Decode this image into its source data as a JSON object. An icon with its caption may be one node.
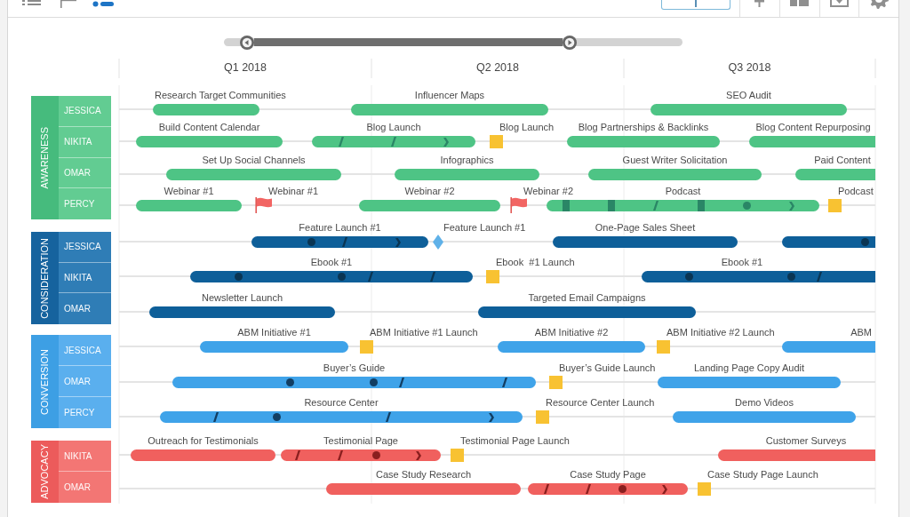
{
  "diagram": {
    "nodes": [
      {
        "text": [
          "AWARENESS"
        ]
      },
      {
        "text": [
          "JESSICA"
        ],
        "in": 0
      },
      {
        "text": [
          "NIKITA"
        ],
        "in": 0
      },
      {
        "text": [
          "OMAR"
        ],
        "in": 0
      },
      {
        "text": [
          "PERCY"
        ],
        "in": 0
      },
      {
        "text": [
          "Research Target Communities"
        ]
      },
      {
        "text": [
          "Influencer Maps"
        ]
      },
      {
        "text": [
          "SEO Audit"
        ]
      },
      {
        "text": [
          "Build Content Calendar"
        ]
      },
      {
        "text": [
          "Blog Launch"
        ]
      },
      {
        "text": [
          "Blog Launch"
        ]
      },
      {
        "text": [
          "Blog Partnerships & Backlinks"
        ]
      },
      {
        "text": [
          "Blog Content Repurposing"
        ]
      },
      {
        "text": [
          "Set Up Social Channels"
        ]
      },
      {
        "text": [
          "Infographics"
        ]
      },
      {
        "text": [
          "Guest Writer Solicitation"
        ]
      },
      {
        "text": [
          "Paid Content"
        ]
      },
      {
        "text": [
          "Webinar #1"
        ]
      },
      {
        "text": [
          "Webinar #1"
        ]
      },
      {
        "text": [
          "Webinar #2"
        ]
      },
      {
        "text": [
          "Webinar #2"
        ]
      },
      {
        "text": [
          "Podcast"
        ]
      },
      {
        "text": [
          "Podcast"
        ]
      },
      {
        "text": [
          "CONSIDERATION"
        ]
      },
      {
        "text": [
          "JESSICA"
        ],
        "in": 23
      },
      {
        "text": [
          "NIKITA"
        ],
        "in": 23
      },
      {
        "text": [
          "OMAR"
        ],
        "in": 23
      },
      {
        "text": [
          "Feature Launch #1"
        ]
      },
      {
        "text": [
          "Feature Launch #1"
        ]
      },
      {
        "text": [
          "One-Page Sales Sheet"
        ]
      },
      {
        "text": [],
        "shape": "bar"
      },
      {
        "text": [
          "Ebook #1"
        ]
      },
      {
        "text": [
          "Ebook  #1 Launch"
        ]
      },
      {
        "text": [
          "Ebook #1"
        ]
      },
      {
        "text": [
          "Newsletter Launch"
        ]
      },
      {
        "text": [
          "Targeted Email Campaigns"
        ]
      },
      {
        "text": [
          "CONVERSION"
        ]
      },
      {
        "text": [
          "JESSICA"
        ],
        "in": 36
      },
      {
        "text": [
          "OMAR"
        ],
        "in": 36
      },
      {
        "text": [
          "PERCY"
        ],
        "in": 36
      },
      {
        "text": [
          "ABM Initiative #1"
        ]
      },
      {
        "text": [
          "ABM Initiative #1 Launch"
        ]
      },
      {
        "text": [
          "ABM Initiative #2"
        ]
      },
      {
        "text": [
          "ABM Initiative #2 Launch"
        ]
      },
      {
        "text": [
          "ABM"
        ]
      },
      {
        "text": [
          "Buyer’s Guide"
        ]
      },
      {
        "text": [
          "Buyer’s Guide Launch"
        ]
      },
      {
        "text": [
          "Landing Page Copy Audit"
        ]
      },
      {
        "text": [
          "Resource Center"
        ]
      },
      {
        "text": [
          "Resource Center Launch"
        ]
      },
      {
        "text": [
          "Demo Videos"
        ]
      },
      {
        "text": [
          "ADVOCACY"
        ]
      },
      {
        "text": [
          "NIKITA"
        ],
        "in": 51
      },
      {
        "text": [
          "OMAR"
        ],
        "in": 51
      },
      {
        "text": [
          "Outreach for Testimonials"
        ]
      },
      {
        "text": [
          "Testimonial Page"
        ]
      },
      {
        "text": [
          "Testimonial Page Launch"
        ]
      },
      {
        "text": [
          "Customer Surveys"
        ]
      },
      {
        "text": [
          "Case Study Research"
        ]
      },
      {
        "text": [
          "Case Study Page"
        ]
      },
      {
        "text": [
          "Case Study Page Launch"
        ]
      }
    ],
    "labels": [
      "Q1 2018",
      "Q2 2018",
      "Q3 2018"
    ]
  }
}
